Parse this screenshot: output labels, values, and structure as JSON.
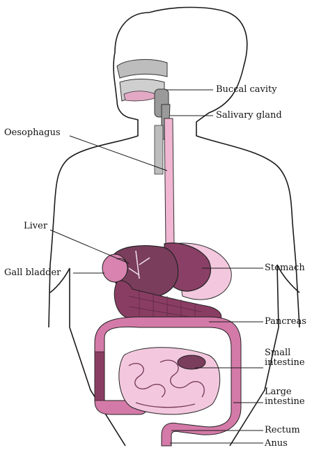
{
  "labels": {
    "buccal_cavity": "Buccal cavity",
    "salivary_gland": "Salivary gland",
    "oesophagus": "Oesophagus",
    "liver": "Liver",
    "gall_bladder": "Gall bladder",
    "stomach": "Stomach",
    "pancreas": "Pancreas",
    "small_intestine": "Small intestine",
    "large_intestine": "Large intestine",
    "rectum": "Rectum",
    "anus": "Anus"
  },
  "colors": {
    "outline": "#1a1a1a",
    "organ_dark": "#7a3d5c",
    "organ_mid": "#b45a88",
    "organ_pink": "#d883b0",
    "organ_light": "#f3c8de",
    "mouth_gray": "#9a9a9a"
  }
}
